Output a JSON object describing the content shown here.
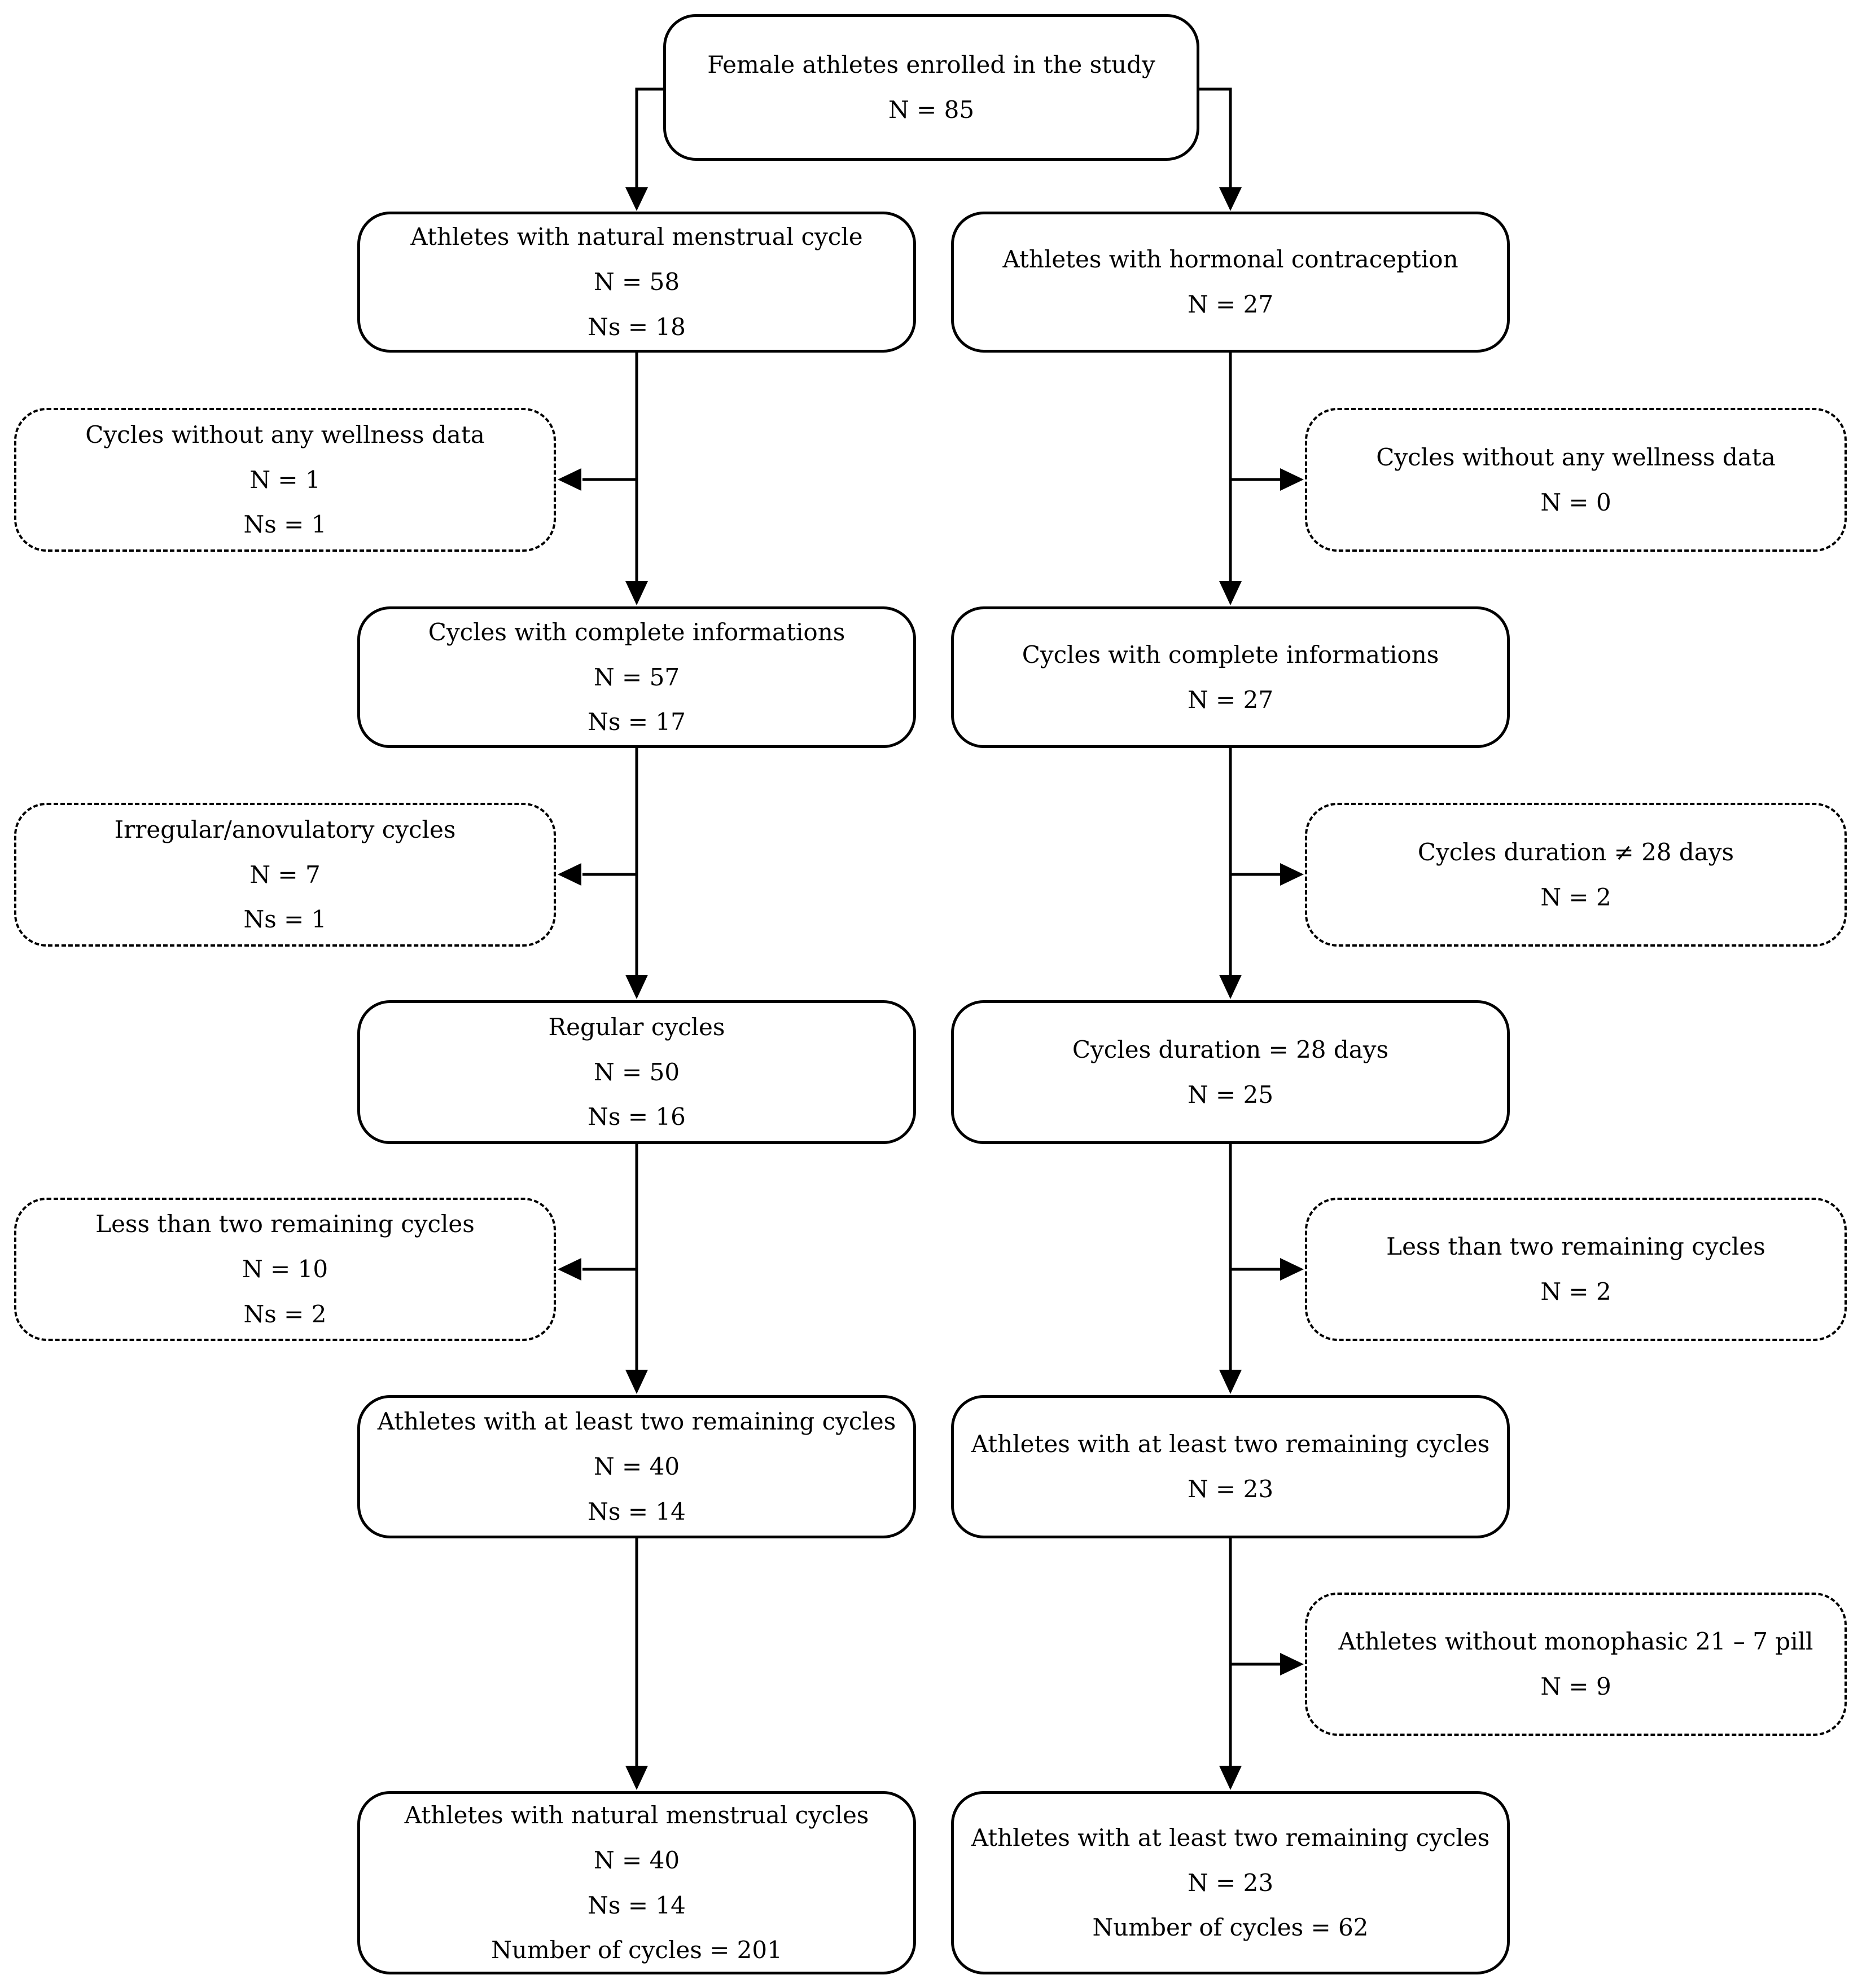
{
  "figure": {
    "type": "flowchart",
    "background": "#ffffff",
    "line_color": "#000000",
    "text_color": "#000000"
  },
  "nodes": {
    "enrolled": {
      "style": "solid",
      "lines": [
        "Female athletes enrolled in the study",
        "N = 85"
      ]
    },
    "natural": {
      "style": "solid",
      "lines": [
        "Athletes with natural menstrual cycle",
        "N = 58",
        "Ns = 18"
      ]
    },
    "hormonal": {
      "style": "solid",
      "lines": [
        "Athletes with hormonal contraception",
        "N = 27"
      ]
    },
    "nat_excl_wellness": {
      "style": "dashed",
      "lines": [
        "Cycles without any wellness data",
        "N = 1",
        "Ns = 1"
      ]
    },
    "hc_excl_wellness": {
      "style": "dashed",
      "lines": [
        "Cycles without any wellness data",
        "N = 0"
      ]
    },
    "nat_complete": {
      "style": "solid",
      "lines": [
        "Cycles with complete informations",
        "N = 57",
        "Ns = 17"
      ]
    },
    "hc_complete": {
      "style": "solid",
      "lines": [
        "Cycles with complete informations",
        "N = 27"
      ]
    },
    "nat_excl_irregular": {
      "style": "dashed",
      "lines": [
        "Irregular/anovulatory cycles",
        "N = 7",
        "Ns = 1"
      ]
    },
    "hc_excl_duration": {
      "style": "dashed",
      "lines": [
        "Cycles duration ≠ 28 days",
        "N = 2"
      ]
    },
    "nat_regular": {
      "style": "solid",
      "lines": [
        "Regular cycles",
        "N = 50",
        "Ns = 16"
      ]
    },
    "hc_duration28": {
      "style": "solid",
      "lines": [
        "Cycles duration = 28 days",
        "N = 25"
      ]
    },
    "nat_excl_lessthan2": {
      "style": "dashed",
      "lines": [
        "Less than two remaining cycles",
        "N = 10",
        "Ns = 2"
      ]
    },
    "hc_excl_lessthan2": {
      "style": "dashed",
      "lines": [
        "Less than two remaining cycles",
        "N = 2"
      ]
    },
    "nat_atleast2": {
      "style": "solid",
      "lines": [
        "Athletes with at least two remaining cycles",
        "N = 40",
        "Ns = 14"
      ]
    },
    "hc_atleast2": {
      "style": "solid",
      "lines": [
        "Athletes with at least two remaining cycles",
        "N = 23"
      ]
    },
    "hc_excl_monophasic": {
      "style": "dashed",
      "lines": [
        "Athletes without monophasic 21 – 7 pill",
        "N = 9"
      ]
    },
    "nat_final": {
      "style": "solid",
      "lines": [
        "Athletes with natural menstrual cycles",
        "N = 40",
        "Ns = 14",
        "Number of cycles = 201"
      ]
    },
    "hc_final": {
      "style": "solid",
      "lines": [
        "Athletes with at least two remaining cycles",
        "N = 23",
        "Number of cycles = 62"
      ]
    }
  },
  "edges": [
    {
      "from": "enrolled",
      "to": "natural"
    },
    {
      "from": "enrolled",
      "to": "hormonal"
    },
    {
      "from": "natural",
      "to": "nat_excl_wellness"
    },
    {
      "from": "natural",
      "to": "nat_complete"
    },
    {
      "from": "nat_complete",
      "to": "nat_excl_irregular"
    },
    {
      "from": "nat_complete",
      "to": "nat_regular"
    },
    {
      "from": "nat_regular",
      "to": "nat_excl_lessthan2"
    },
    {
      "from": "nat_regular",
      "to": "nat_atleast2"
    },
    {
      "from": "nat_atleast2",
      "to": "nat_final"
    },
    {
      "from": "hormonal",
      "to": "hc_excl_wellness"
    },
    {
      "from": "hormonal",
      "to": "hc_complete"
    },
    {
      "from": "hc_complete",
      "to": "hc_excl_duration"
    },
    {
      "from": "hc_complete",
      "to": "hc_duration28"
    },
    {
      "from": "hc_duration28",
      "to": "hc_excl_lessthan2"
    },
    {
      "from": "hc_duration28",
      "to": "hc_atleast2"
    },
    {
      "from": "hc_atleast2",
      "to": "hc_excl_monophasic"
    },
    {
      "from": "hc_atleast2",
      "to": "hc_final"
    }
  ]
}
